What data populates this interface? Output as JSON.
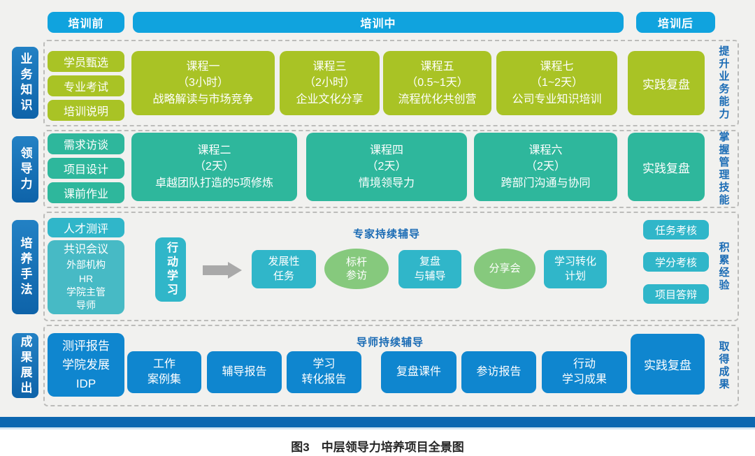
{
  "caption": "图3　中层领导力培养项目全景图",
  "colors": {
    "header_blue": "#10a3de",
    "side_label_blue_top": "#2381c4",
    "side_label_blue_bottom": "#0e63a9",
    "business_green": "#a9c325",
    "leadership_teal": "#2eb79c",
    "methods_cyan": "#30b6c9",
    "methods_cyan_light": "#47bac5",
    "ellipse_green": "#86c97d",
    "outcome_blue": "#0f86cf",
    "accent_text_blue": "#1b6cb5",
    "bottom_bar_blue": "#0c67b0",
    "panel_gray": "#f1f1ef",
    "dashed_border": "#bcbcba",
    "arrow_gray": "#a9a9a9"
  },
  "phases": {
    "pre": "培训前",
    "mid": "培训中",
    "post": "培训后"
  },
  "rows": [
    {
      "left_label": "业务知识",
      "right_label": "提升业务能力",
      "prep_items": [
        "学员甄选",
        "专业考试",
        "培训说明"
      ],
      "courses": [
        {
          "title": "课程一",
          "duration": "（3小时）",
          "name": "战略解读与市场竞争"
        },
        {
          "title": "课程三",
          "duration": "（2小时）",
          "name": "企业文化分享"
        },
        {
          "title": "课程五",
          "duration": "（0.5~1天）",
          "name": "流程优化共创营"
        },
        {
          "title": "课程七",
          "duration": "（1~2天）",
          "name": "公司专业知识培训"
        }
      ],
      "post_item": "实践复盘"
    },
    {
      "left_label": "领导力",
      "right_label": "掌握管理技能",
      "prep_items": [
        "需求访谈",
        "项目设计",
        "课前作业"
      ],
      "courses": [
        {
          "title": "课程二",
          "duration": "（2天）",
          "name": "卓越团队打造的5项修炼"
        },
        {
          "title": "课程四",
          "duration": "（2天）",
          "name": "情境领导力"
        },
        {
          "title": "课程六",
          "duration": "（2天）",
          "name": "跨部门沟通与协同"
        }
      ],
      "post_item": "实践复盘"
    },
    {
      "left_label": "培养手法",
      "right_label": "积累经验",
      "assessment": "人才测评",
      "consensus": {
        "head": "共识会议",
        "members": "外部机构\nHR\n学院主管\n导师"
      },
      "action_learning": "行动学习",
      "coach_title": "专家持续辅导",
      "flow": [
        {
          "label": "发展性\n任务",
          "shape": "rect"
        },
        {
          "label": "标杆\n参访",
          "shape": "ellipse"
        },
        {
          "label": "复盘\n与辅导",
          "shape": "rect"
        },
        {
          "label": "分享会",
          "shape": "ellipse"
        },
        {
          "label": "学习转化\n计划",
          "shape": "rect"
        }
      ],
      "checks": [
        "任务考核",
        "学分考核",
        "项目答辩"
      ]
    },
    {
      "left_label": "成果展出",
      "right_label": "取得成果",
      "report_group": "测评报告\n学院发展\nIDP",
      "mentor_title": "导师持续辅导",
      "outputs": [
        "工作\n案例集",
        "辅导报告",
        "学习\n转化报告",
        "复盘课件",
        "参访报告",
        "行动\n学习成果"
      ],
      "post_item": "实践复盘"
    }
  ]
}
